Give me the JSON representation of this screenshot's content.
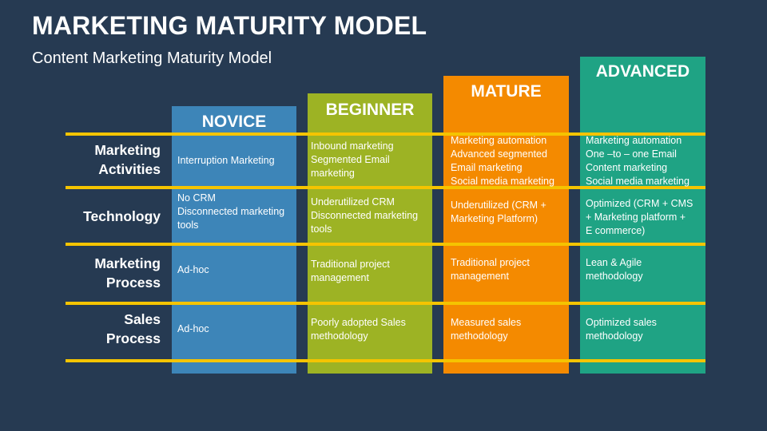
{
  "title": "MARKETING MATURITY MODEL",
  "subtitle": "Content Marketing Maturity Model",
  "colors": {
    "background": "#263a52",
    "novice": "#3d85b8",
    "beginner": "#9db324",
    "mature": "#f48a00",
    "advanced": "#1fa384",
    "divider": "#f5c400"
  },
  "columns": [
    {
      "key": "novice",
      "label": "NOVICE"
    },
    {
      "key": "beginner",
      "label": "BEGINNER"
    },
    {
      "key": "mature",
      "label": "MATURE"
    },
    {
      "key": "advanced",
      "label": "ADVANCED"
    }
  ],
  "rows": [
    {
      "label": [
        "Marketing",
        "Activities"
      ],
      "cells": [
        [
          "Interruption Marketing"
        ],
        [
          "Inbound marketing",
          "Segmented Email",
          "marketing"
        ],
        [
          "Marketing automation",
          "Advanced segmented",
          "Email marketing",
          "Social media marketing"
        ],
        [
          "Marketing automation",
          "One –to – one Email",
          "Content marketing",
          "Social media marketing"
        ]
      ]
    },
    {
      "label": [
        "Technology"
      ],
      "cells": [
        [
          "No CRM",
          "Disconnected marketing",
          "tools"
        ],
        [
          "Underutilized CRM",
          "Disconnected marketing",
          "tools"
        ],
        [
          "Underutilized (CRM +",
          "Marketing Platform)"
        ],
        [
          "Optimized (CRM + CMS",
          "+ Marketing platform +",
          "E commerce)"
        ]
      ]
    },
    {
      "label": [
        "Marketing",
        "Process"
      ],
      "cells": [
        [
          "Ad-hoc"
        ],
        [
          "Traditional project",
          "management"
        ],
        [
          "Traditional project",
          "management"
        ],
        [
          "Lean & Agile",
          "methodology"
        ]
      ]
    },
    {
      "label": [
        "Sales",
        "Process"
      ],
      "cells": [
        [
          "Ad-hoc"
        ],
        [
          "Poorly adopted Sales",
          "methodology"
        ],
        [
          "Measured sales",
          "methodology"
        ],
        [
          "Optimized sales",
          "methodology"
        ]
      ]
    }
  ]
}
